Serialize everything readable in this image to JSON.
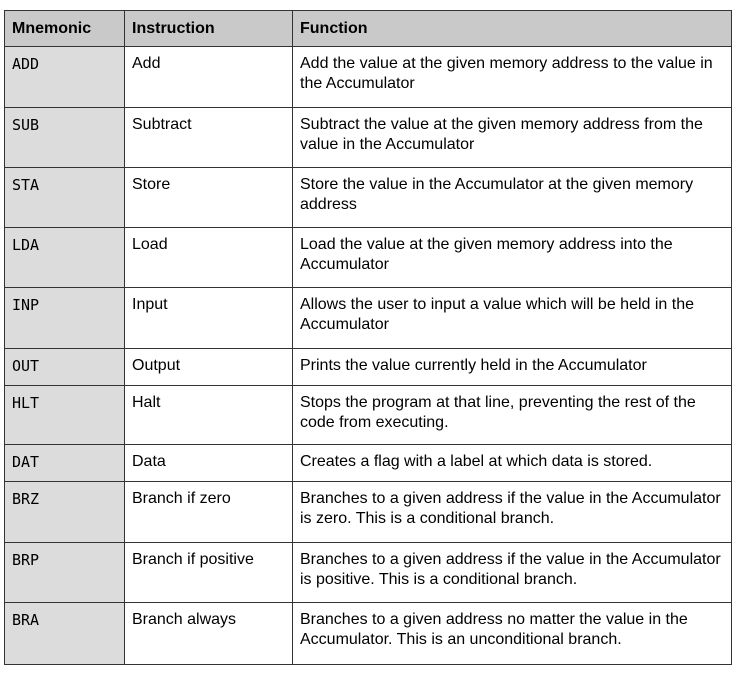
{
  "header": {
    "mnemonic": "Mnemonic",
    "instruction": "Instruction",
    "function": "Function"
  },
  "rows": [
    {
      "mnemonic": "ADD",
      "instruction": "Add",
      "function": "Add the value at the given memory address to the value in the Accumulator"
    },
    {
      "mnemonic": "SUB",
      "instruction": "Subtract",
      "function": "Subtract the value at the given memory address from the value in the Accumulator"
    },
    {
      "mnemonic": "STA",
      "instruction": "Store",
      "function": "Store the value in the Accumulator at the given memory address"
    },
    {
      "mnemonic": "LDA",
      "instruction": "Load",
      "function": "Load the value at the given memory address into the Accumulator"
    },
    {
      "mnemonic": "INP",
      "instruction": "Input",
      "function": "Allows the user to input a value which will be held in the Accumulator"
    },
    {
      "mnemonic": "OUT",
      "instruction": "Output",
      "function": "Prints the value currently held in the Accumulator"
    },
    {
      "mnemonic": "HLT",
      "instruction": "Halt",
      "function": "Stops the program at that line, preventing the rest of the code from executing."
    },
    {
      "mnemonic": "DAT",
      "instruction": "Data",
      "function": "Creates a flag with a label at which data is stored."
    },
    {
      "mnemonic": "BRZ",
      "instruction": "Branch if zero",
      "function": "Branches to a given address if the value in the Accumulator is zero. This is a conditional branch."
    },
    {
      "mnemonic": "BRP",
      "instruction": "Branch if positive",
      "function": "Branches to a given address if the value in the Accumulator is positive. This is a conditional branch."
    },
    {
      "mnemonic": "BRA",
      "instruction": "Branch always",
      "function": "Branches to a given address no matter the value in the Accumulator. This is an unconditional branch."
    }
  ],
  "colors": {
    "header_bg": "#c9c9c9",
    "mnemonic_bg": "#dcdcdc",
    "border": "#333333"
  }
}
